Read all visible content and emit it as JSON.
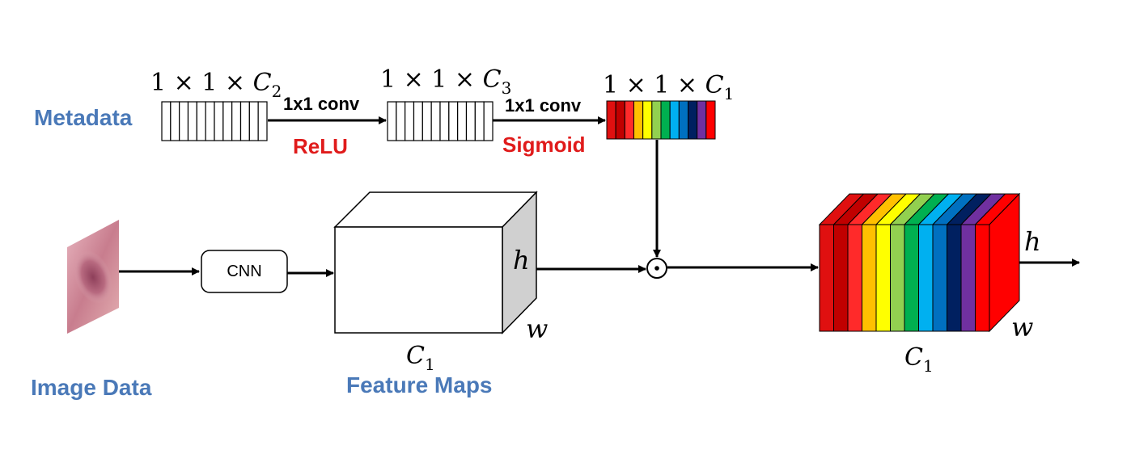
{
  "labels": {
    "metadata": "Metadata",
    "image_data": "Image Data",
    "feature_maps": "Feature Maps",
    "cnn": "CNN",
    "conv1": "1x1 conv",
    "conv2": "1x1 conv",
    "relu": "ReLU",
    "sigmoid": "Sigmoid"
  },
  "dims": {
    "vec1": {
      "prefix": "1 × 1 × ",
      "var": "C",
      "sub": "2"
    },
    "vec2": {
      "prefix": "1 × 1 × ",
      "var": "C",
      "sub": "3"
    },
    "vec3": {
      "prefix": "1 × 1 × ",
      "var": "C",
      "sub": "1"
    },
    "fmap": {
      "var": "C",
      "sub": "1",
      "h": "h",
      "w": "w"
    },
    "out": {
      "var": "C",
      "sub": "1",
      "h": "h",
      "w": "w"
    }
  },
  "operator": "⊙",
  "colors": {
    "blue_label": "#4a79b8",
    "red_label": "#e01b1b",
    "rainbow": [
      "#e01010",
      "#c00000",
      "#ff2a2a",
      "#ffc000",
      "#ffff00",
      "#92d050",
      "#00b050",
      "#00b0f0",
      "#0070c0",
      "#002060",
      "#7030a0",
      "#ff0000"
    ]
  }
}
